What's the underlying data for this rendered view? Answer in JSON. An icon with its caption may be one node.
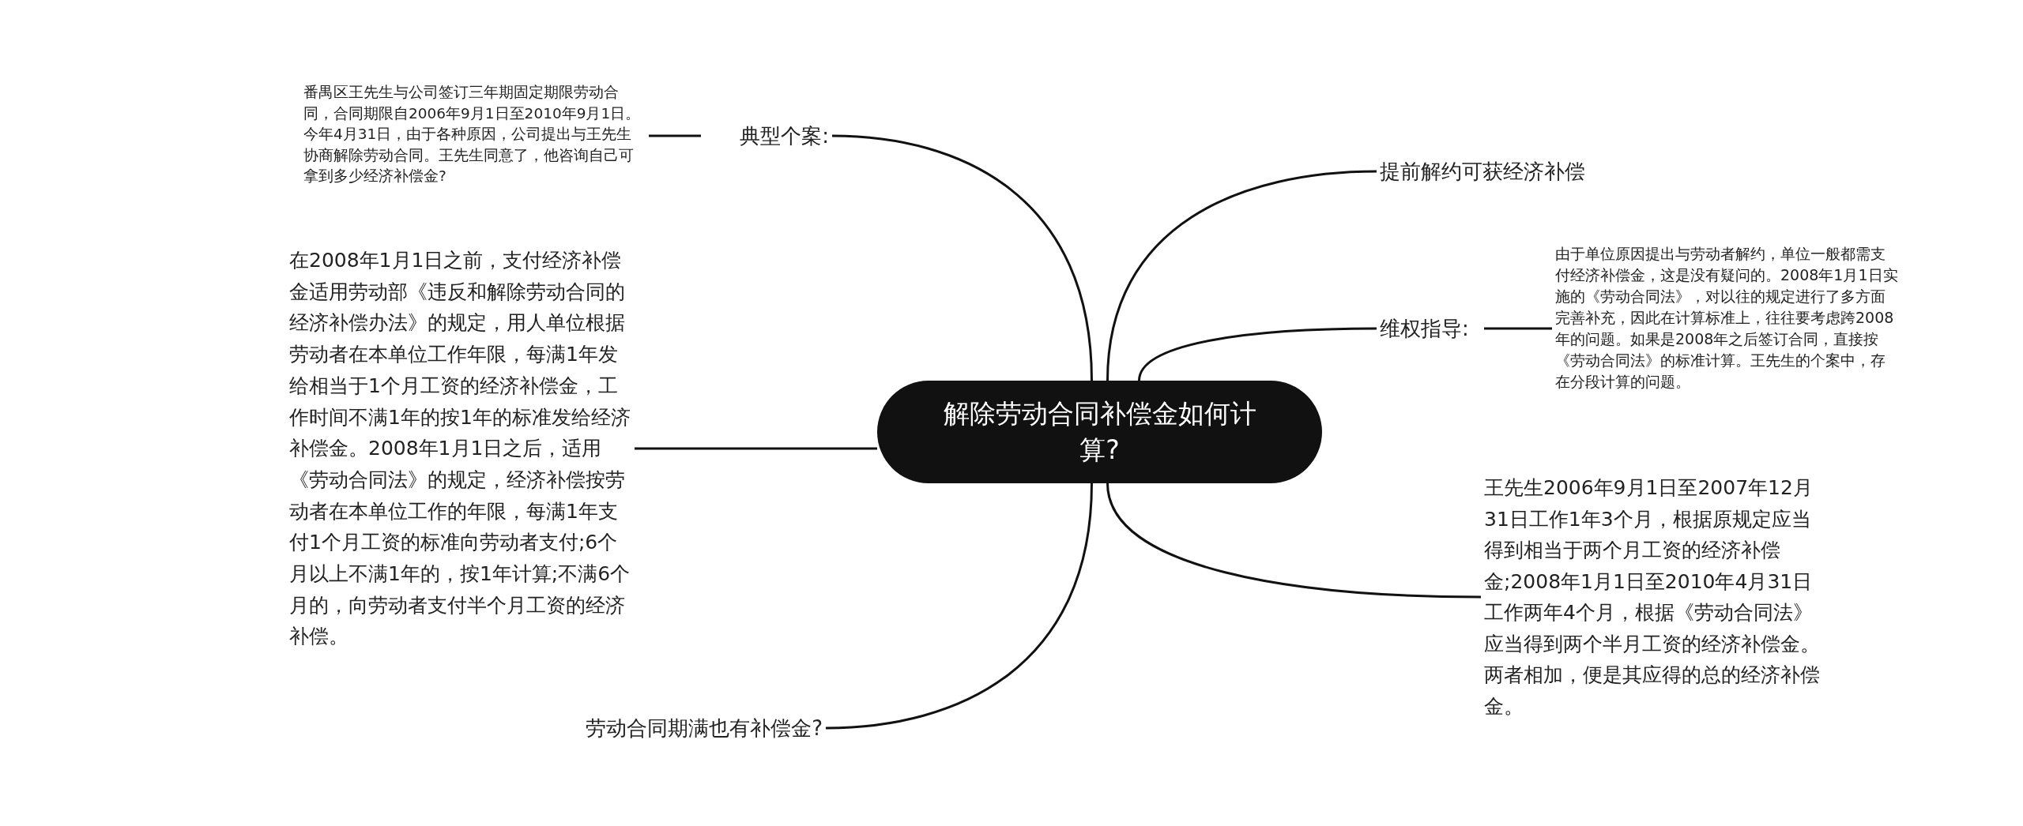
{
  "diagram": {
    "nodes": [
      {
        "text": [
          "解除劳动合同补偿金如何计算?"
        ]
      },
      {
        "text": [
          "典型个案:"
        ]
      },
      {
        "text": [
          "番禺区王先生与公司签订三年期固定期限劳动合同，合同期限自2006年9月1日至2010年9月1日。今年4月31日，由于各种原因，公司提出与王先生协商解除劳动合同。王先生同意了，他咨询自己可拿到多少经济补偿金?"
        ]
      },
      {
        "text": [
          "在2008年1月1日之前，支付经济补偿金适用劳动部《违反和解除劳动合同的经济补偿办法》的规定，用人单位根据劳动者在本单位工作年限，每满1年发给相当于1个月工资的经济补偿金，工作时间不满1年的按1年的标准发给经济补偿金。2008年1月1日之后，适用《劳动合同法》的规定，经济补偿按劳动者在本单位工作的年限，每满1年支付1个月工资的标准向劳动者支付;6个月以上不满1年的，按1年计算;不满6个月的，向劳动者支付半个月工资的经济补偿。"
        ]
      },
      {
        "text": [
          "劳动合同期满也有补偿金?"
        ]
      },
      {
        "text": [
          "提前解约可获经济补偿"
        ]
      },
      {
        "text": [
          "维权指导:"
        ]
      },
      {
        "text": [
          "由于单位原因提出与劳动者解约，单位一般都需支付经济补偿金，这是没有疑问的。2008年1月1日实施的《劳动合同法》，对以往的规定进行了多方面完善补充，因此在计算标准上，往往要考虑跨2008年的问题。如果是2008年之后签订合同，直接按《劳动合同法》的标准计算。王先生的个案中，存在分段计算的问题。"
        ]
      },
      {
        "text": [
          "王先生2006年9月1日至2007年12月31日工作1年3个月，根据原规定应当得到相当于两个月工资的经济补偿金;2008年1月1日至2010年4月31日工作两年4个月，根据《劳动合同法》应当得到两个半月工资的经济补偿金。两者相加，便是其应得的总的经济补偿金。"
        ]
      }
    ],
    "edges": [
      {
        "from": 0,
        "to": 1,
        "arrow": "none"
      },
      {
        "from": 1,
        "to": 2,
        "arrow": "none"
      },
      {
        "from": 0,
        "to": 3,
        "arrow": "none"
      },
      {
        "from": 0,
        "to": 4,
        "arrow": "none"
      },
      {
        "from": 0,
        "to": 5,
        "arrow": "none"
      },
      {
        "from": 0,
        "to": 6,
        "arrow": "none"
      },
      {
        "from": 6,
        "to": 7,
        "arrow": "none"
      },
      {
        "from": 0,
        "to": 8,
        "arrow": "none"
      }
    ]
  }
}
